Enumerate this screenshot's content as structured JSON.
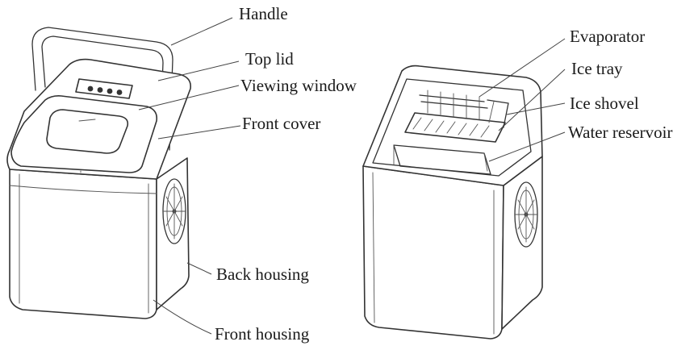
{
  "labels": {
    "handle": "Handle",
    "top_lid": "Top lid",
    "viewing_window": "Viewing window",
    "front_cover": "Front cover",
    "back_housing": "Back housing",
    "front_housing": "Front housing",
    "evaporator": "Evaporator",
    "ice_tray": "Ice tray",
    "ice_shovel": "Ice shovel",
    "water_reservoir": "Water reservoir"
  },
  "colors": {
    "line": "#333333",
    "background": "#ffffff"
  }
}
